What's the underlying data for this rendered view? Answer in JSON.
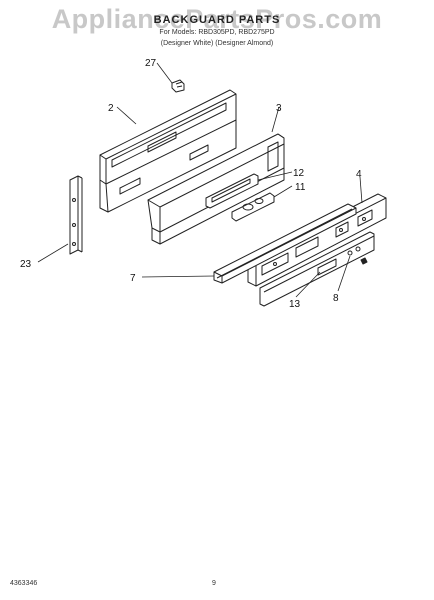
{
  "header": {
    "watermark": "AppliancePartsPros.com",
    "title": "BACKGUARD PARTS",
    "model_line": "For Models: RBD305PD, RBD275PD",
    "variant_line": "(Designer White) (Designer Almond)"
  },
  "callouts": {
    "c27": "27",
    "c2": "2",
    "c3": "3",
    "c12": "12",
    "c11": "11",
    "c4": "4",
    "c23": "23",
    "c7": "7",
    "c13": "13",
    "c8": "8"
  },
  "footer": {
    "doc_number": "4363346",
    "page_number": "9"
  },
  "colors": {
    "line": "#222222",
    "watermark": "#c8c8c8"
  }
}
